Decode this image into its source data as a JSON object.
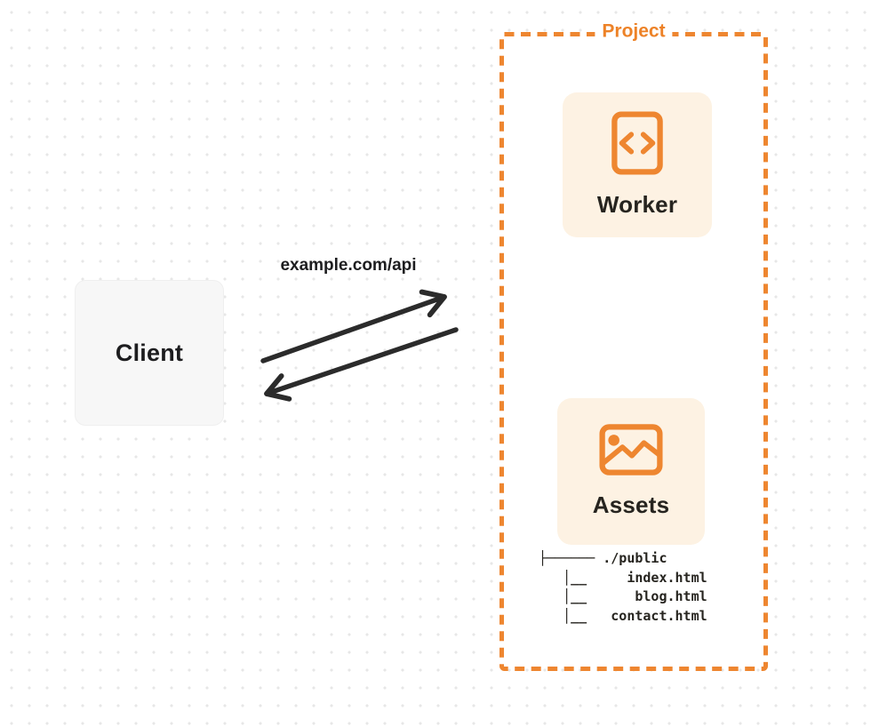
{
  "diagram": {
    "client": {
      "label": "Client"
    },
    "request_label": "example.com/api",
    "project": {
      "title": "Project",
      "nodes": [
        {
          "id": "worker",
          "label": "Worker",
          "icon": "code-document-icon"
        },
        {
          "id": "assets",
          "label": "Assets",
          "icon": "image-icon"
        }
      ],
      "file_tree": {
        "root": "./public",
        "files": [
          "index.html",
          "blog.html",
          "contact.html"
        ],
        "lines": [
          "├────── ./public",
          "   │__     index.html",
          "   │__      blog.html",
          "   │__   contact.html"
        ]
      }
    },
    "colors": {
      "accent_text": "#ed8227",
      "accent_stroke": "#ee8630",
      "card_bg": "#fdf2e3",
      "client_bg": "#f7f7f7",
      "arrow": "#2b2b2b",
      "grid_dot": "#e7e7e7"
    }
  }
}
